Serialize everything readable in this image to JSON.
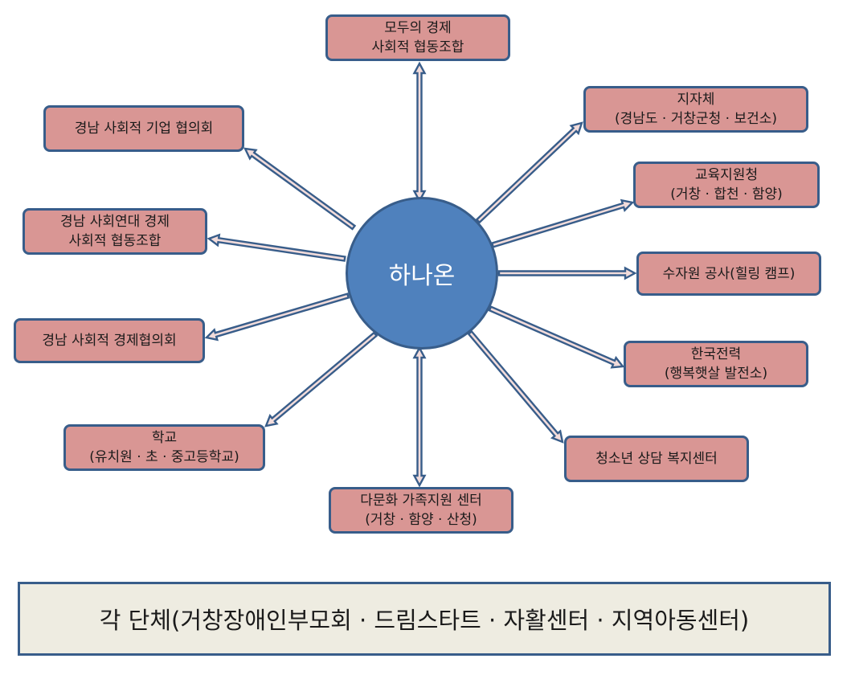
{
  "hub": {
    "label": "하나온"
  },
  "nodes": {
    "top": {
      "line1": "모두의 경제",
      "line2": "사회적 협동조합"
    },
    "gov": {
      "line1": "지자체",
      "line2": "(경남도 · 거창군청 · 보건소)"
    },
    "edu": {
      "line1": "교육지원청",
      "line2": "(거창 · 합천 · 함양)"
    },
    "water": {
      "line1": "수자원 공사(힐링 캠프)"
    },
    "kepco": {
      "line1": "한국전력",
      "line2": "(행복햇살 발전소)"
    },
    "youth": {
      "line1": "청소년 상담 복지센터"
    },
    "multi": {
      "line1": "다문화 가족지원 센터",
      "line2": "(거창 · 함양 · 산청)"
    },
    "school": {
      "line1": "학교",
      "line2": "(유치원 · 초 · 중고등학교)"
    },
    "econ": {
      "line1": "경남 사회적 경제협의회"
    },
    "solid": {
      "line1": "경남 사회연대 경제",
      "line2": "사회적 협동조합"
    },
    "corp": {
      "line1": "경남 사회적 기업 협의회"
    }
  },
  "footer": {
    "label": "각 단체(거창장애인부모회 · 드림스타트 · 자활센터 · 지역아동센터)"
  },
  "colors": {
    "node_fill": "#d99694",
    "node_border": "#385d8a",
    "hub_fill": "#4f81bd",
    "footer_fill": "#eeece1",
    "arrow_outline": "#385d8a",
    "arrow_fill": "#f2dcdb"
  }
}
